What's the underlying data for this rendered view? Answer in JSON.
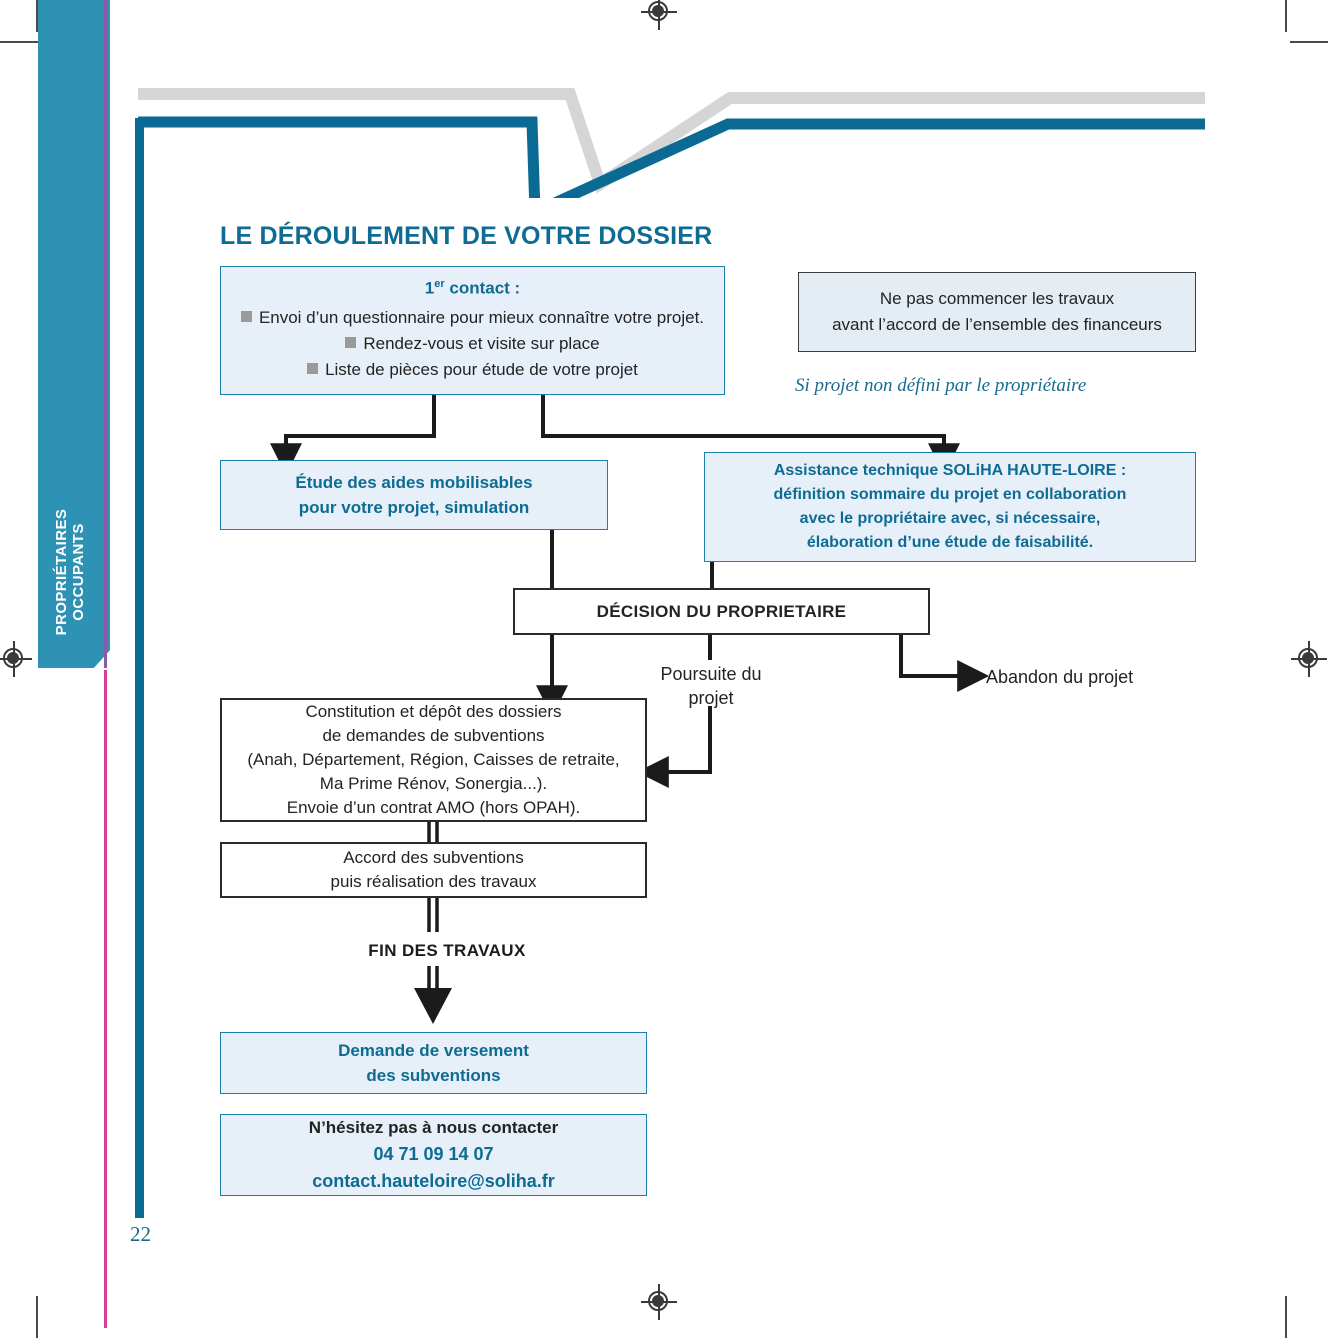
{
  "document": {
    "page_number": "22",
    "side_tab_label": "PROPRIÉTAIRES\nOCCUPANTS",
    "title": "LE DÉROULEMENT DE VOTRE DOSSIER"
  },
  "colors": {
    "brand_blue": "#0e6b93",
    "tab_blue": "#2e92b5",
    "box_fill": "#e7f0f8",
    "box_border": "#1b7fa8",
    "dark": "#232323",
    "gray_rule": "#d5d5d5",
    "magenta_rule": "#d6409a",
    "purple_rule": "#8d5ba6"
  },
  "flow": {
    "first_contact": {
      "heading": "1er contact :",
      "heading_main": "1",
      "heading_sup": "er",
      "heading_rest": " contact :",
      "items": [
        "Envoi d’un questionnaire pour mieux connaître votre projet.",
        "Rendez-vous et visite sur place",
        "Liste de pièces pour étude de votre projet"
      ]
    },
    "warning_box": {
      "line1": "Ne pas commencer les travaux",
      "line2": "avant l’accord de l’ensemble des financeurs"
    },
    "italic_note": "Si projet non défini par le propriétaire",
    "study_box": {
      "line1": "Étude des aides mobilisables",
      "line2": "pour votre projet, simulation"
    },
    "assistance_box": {
      "line1": "Assistance technique SOLiHA HAUTE-LOIRE :",
      "line2": "définition sommaire du projet en collaboration",
      "line3": "avec le propriétaire avec, si nécessaire,",
      "line4": "élaboration d’une étude de faisabilité."
    },
    "decision_box": {
      "label": "DÉCISION DU PROPRIETAIRE"
    },
    "branch_continue": {
      "line1": "Poursuite du",
      "line2": "projet"
    },
    "branch_abandon": {
      "label": "Abandon du projet"
    },
    "constitution_box": {
      "line1": "Constitution et dépôt des dossiers",
      "line2": "de demandes de subventions",
      "line3": "(Anah, Département, Région, Caisses de retraite,",
      "line4": "Ma Prime Rénov, Sonergia...).",
      "line5": "Envoie d’un contrat AMO (hors OPAH)."
    },
    "accord_box": {
      "line1": "Accord des subventions",
      "line2": "puis réalisation des travaux"
    },
    "fin_travaux": {
      "label": "FIN DES TRAVAUX"
    },
    "versement_box": {
      "line1": "Demande de versement",
      "line2": "des subventions"
    },
    "contact_box": {
      "line1": "N’hésitez pas à nous contacter",
      "phone": "04 71 09 14 07",
      "email": "contact.hauteloire@soliha.fr"
    }
  }
}
